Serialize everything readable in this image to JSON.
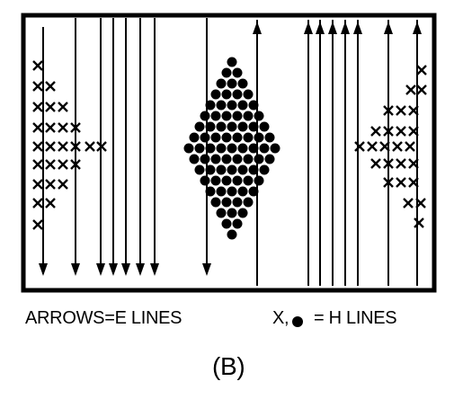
{
  "legend": {
    "arrows_text": "ARROWS=E LINES",
    "x_symbol": "X,",
    "dot_icon": "filled-dot-icon",
    "h_text": "= H LINES"
  },
  "caption": "(B)",
  "colors": {
    "ink": "#000000",
    "background": "#ffffff"
  }
}
